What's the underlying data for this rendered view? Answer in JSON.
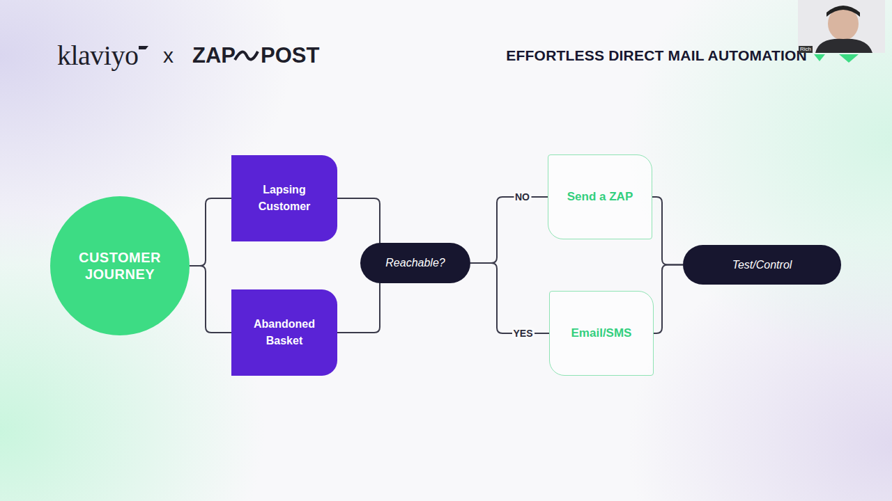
{
  "diagram": {
    "title": "EFFORTLESS DIRECT MAIL AUTOMATION",
    "nodes": [
      {
        "text": [
          "CUSTOMER JOURNEY"
        ]
      },
      {
        "text": [
          "Lapsing Customer"
        ]
      },
      {
        "text": [
          "Abandoned Basket"
        ]
      },
      {
        "text": [
          "Reachable?"
        ]
      },
      {
        "text": [
          "Send a ZAP"
        ]
      },
      {
        "text": [
          "Email/SMS"
        ]
      },
      {
        "text": [
          "Test/Control"
        ]
      }
    ],
    "edges": [
      {
        "from": 0,
        "to": 1,
        "arrow": "none"
      },
      {
        "from": 0,
        "to": 2,
        "arrow": "none"
      },
      {
        "from": 1,
        "to": 3,
        "arrow": "none"
      },
      {
        "from": 2,
        "to": 3,
        "arrow": "none"
      },
      {
        "from": 3,
        "to": 4,
        "label": "NO",
        "arrow": "none"
      },
      {
        "from": 3,
        "to": 5,
        "label": "YES",
        "arrow": "none"
      },
      {
        "from": 4,
        "to": 6,
        "arrow": "none"
      },
      {
        "from": 5,
        "to": 6,
        "arrow": "none"
      }
    ],
    "labels": [
      "klaviyo",
      "x",
      "ZAP",
      "POST",
      "Rich"
    ]
  }
}
